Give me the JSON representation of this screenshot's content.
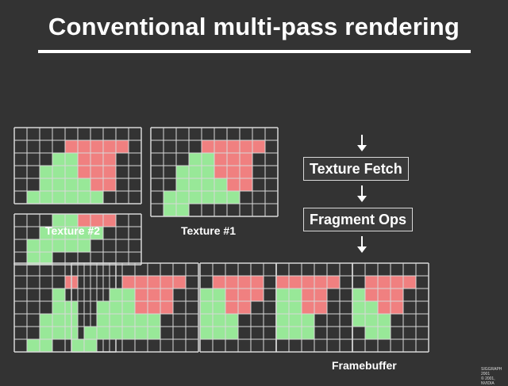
{
  "title": "Conventional multi-pass rendering",
  "labels": {
    "texture2": "Texture #2",
    "texture1": "Texture #1",
    "framebuffer": "Framebuffer"
  },
  "pipeline": {
    "fetch": "Texture Fetch",
    "ops": "Fragment Ops"
  },
  "copyright": [
    "SIGGRAPH 2001",
    "© 2001, NVIDIA"
  ],
  "colors": {
    "background": "#333333",
    "green": "#98e898",
    "red": "#f08080",
    "grid": "#d8d8d8"
  }
}
